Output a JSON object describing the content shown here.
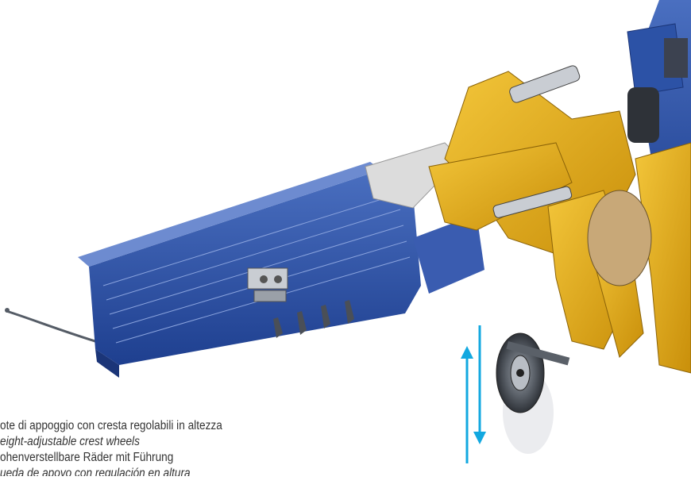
{
  "captions": {
    "italian": "ote di appoggio con cresta regolabili in altezza",
    "english": "eight-adjustable crest wheels",
    "german": "ohenverstellbare Räder mit Führung",
    "spanish": "ueda de apoyo con regulación en altura"
  },
  "colors": {
    "machine_blue": "#2c52a6",
    "frame_yellow": "#e8b21c",
    "arrow_cyan": "#12a8e0"
  }
}
